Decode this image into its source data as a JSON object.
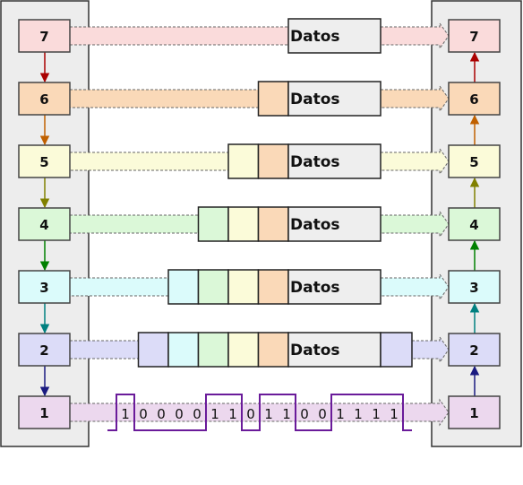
{
  "layers": [
    {
      "label": "7",
      "fill": "#fadbdb",
      "headers": [],
      "payload": "Datos",
      "trailer": false
    },
    {
      "label": "6",
      "fill": "#fad9b8",
      "headers": [
        "#fadbdb"
      ],
      "payload": "Datos",
      "trailer": false
    },
    {
      "label": "5",
      "fill": "#fbfbd9",
      "headers": [
        "#fad9b8",
        "#fadbdb"
      ],
      "payload": "Datos",
      "trailer": false
    },
    {
      "label": "4",
      "fill": "#dbf8d8",
      "headers": [
        "#fbfbd9",
        "#fad9b8",
        "#fadbdb"
      ],
      "payload": "Datos",
      "trailer": false
    },
    {
      "label": "3",
      "fill": "#dbfbfb",
      "headers": [
        "#dbf8d8",
        "#fbfbd9",
        "#fad9b8",
        "#fadbdb"
      ],
      "payload": "Datos",
      "trailer": false
    },
    {
      "label": "2",
      "fill": "#dcdcf8",
      "headers": [
        "#dbfbfb",
        "#dbf8d8",
        "#fbfbd9",
        "#fad9b8",
        "#fadbdb"
      ],
      "payload": "Datos",
      "trailer": true
    },
    {
      "label": "1",
      "fill": "#ecd8ee",
      "headers": [],
      "payload": "",
      "trailer": false
    }
  ],
  "bits": [
    "1",
    "0",
    "0",
    "0",
    "0",
    "1",
    "1",
    "0",
    "1",
    "1",
    "0",
    "0",
    "1",
    "1",
    "1",
    "1"
  ],
  "colors": {
    "stack_panel": "#ededed",
    "outline": "#333333",
    "frame_fill": "#eeeeee",
    "signal": "#6a1b9a",
    "arrows_down": [
      "#aa0000",
      "#c06000",
      "#808000",
      "#008000",
      "#008080",
      "#1a1a80"
    ],
    "arrows_up": [
      "#1a1a80",
      "#008080",
      "#008000",
      "#808000",
      "#c06000",
      "#aa0000"
    ],
    "arrow_fills": [
      "#fadbdb",
      "#fad9b8",
      "#fbfbd9",
      "#dbf8d8",
      "#dbfbfb",
      "#dcdcf8",
      "#ecd8ee"
    ]
  }
}
